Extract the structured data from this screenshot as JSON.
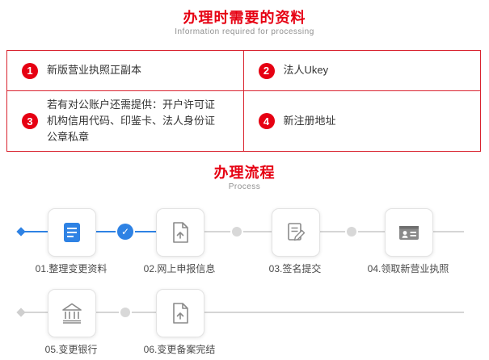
{
  "requirements": {
    "title": "办理时需要的资料",
    "subtitle": "Information required for processing",
    "items": [
      {
        "num": "1",
        "text": "新版营业执照正副本"
      },
      {
        "num": "2",
        "text": "法人Ukey"
      },
      {
        "num": "3",
        "text": "若有对公账户还需提供：开户许可证\n机构信用代码、印鉴卡、法人身份证\n公章私章"
      },
      {
        "num": "4",
        "text": "新注册地址"
      }
    ]
  },
  "process": {
    "title": "办理流程",
    "subtitle": "Process",
    "check_glyph": "✓",
    "steps": [
      {
        "label": "01.整理变更资料",
        "icon": "blue-document-icon",
        "state": "active"
      },
      {
        "label": "02.网上申报信息",
        "icon": "upload-document-icon",
        "state": "pending"
      },
      {
        "label": "03.签名提交",
        "icon": "signature-icon",
        "state": "pending"
      },
      {
        "label": "04.领取新营业执照",
        "icon": "id-card-icon",
        "state": "pending"
      },
      {
        "label": "05.变更银行",
        "icon": "bank-icon",
        "state": "pending"
      },
      {
        "label": "06.变更备案完结",
        "icon": "upload-document-icon",
        "state": "pending"
      }
    ]
  },
  "colors": {
    "accent_red": "#e60012",
    "table_border_red": "#d9232f",
    "accent_blue": "#2e82e4",
    "icon_gray": "#8a8a8a",
    "line_gray": "#d5d5d5"
  }
}
